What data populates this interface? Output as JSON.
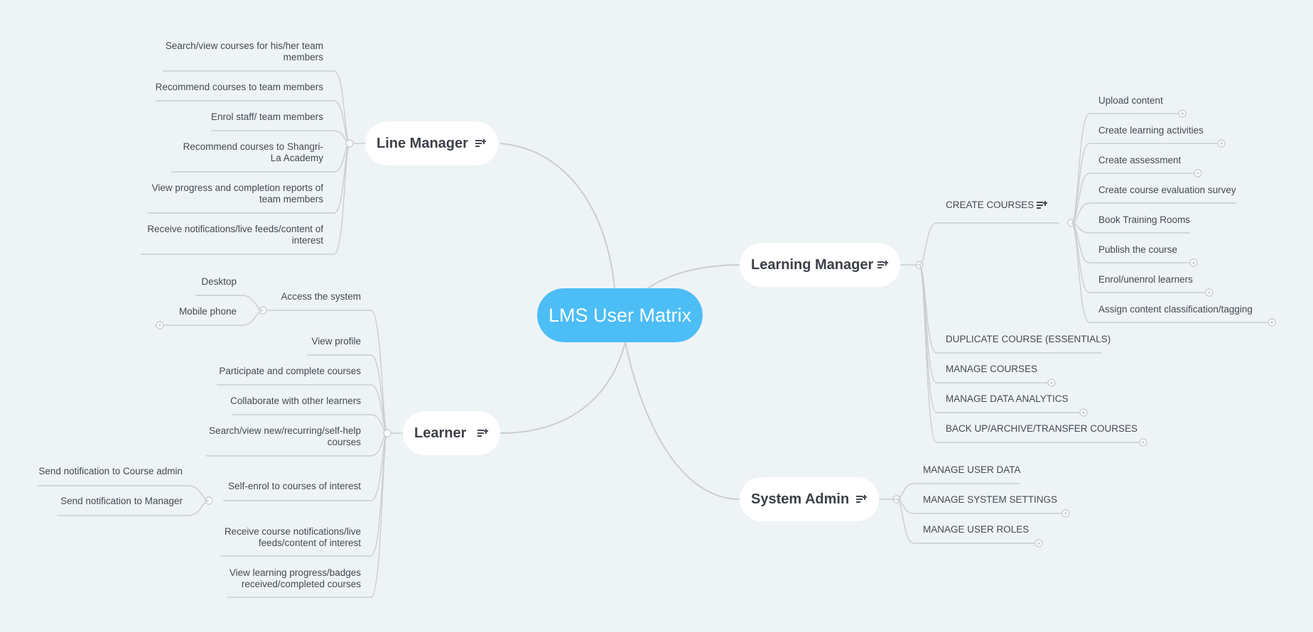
{
  "root": {
    "title": "LMS User Matrix",
    "color": "#4dbdf6"
  },
  "line_color": "#c9ced3",
  "branches": {
    "line_manager": {
      "label": "Line Manager",
      "items": [
        "Search/view courses for his/her team members",
        "Recommend courses to team members",
        "Enrol staff/ team members",
        "Recommend courses to Shangri-La Academy",
        "View progress and completion reports of team members",
        "Receive notifications/live feeds/content of interest"
      ]
    },
    "learner": {
      "label": "Learner",
      "access": {
        "label": "Access the system",
        "children": [
          "Desktop",
          "Mobile phone"
        ]
      },
      "items": [
        "View profile",
        "Participate and complete courses",
        "Collaborate with other learners",
        "Search/view new/recurring/self-help courses"
      ],
      "self_enrol": {
        "label": "Self-enrol to courses of interest",
        "children": [
          "Send notification to Course admin",
          "Send notification to Manager"
        ]
      },
      "items_after": [
        "Receive course notifications/live feeds/content of interest",
        "View learning progress/badges received/completed courses"
      ]
    },
    "learning_manager": {
      "label": "Learning Manager",
      "create_courses": {
        "label": "CREATE COURSES",
        "children": [
          "Upload content",
          "Create learning activities",
          "Create assessment",
          "Create course evaluation survey",
          "Book Training Rooms",
          "Publish the course",
          "Enrol/unenrol learners",
          "Assign content classification/tagging"
        ]
      },
      "items": [
        "DUPLICATE COURSE (ESSENTIALS)",
        "MANAGE COURSES",
        "MANAGE DATA ANALYTICS",
        "BACK UP/ARCHIVE/TRANSFER COURSES"
      ]
    },
    "system_admin": {
      "label": "System Admin",
      "items": [
        "MANAGE USER DATA",
        "MANAGE SYSTEM SETTINGS",
        "MANAGE USER ROLES"
      ]
    }
  }
}
